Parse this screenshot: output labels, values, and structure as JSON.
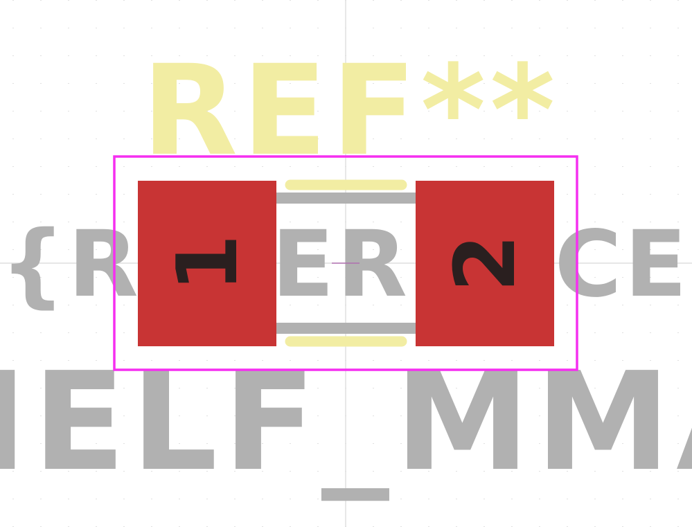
{
  "colors": {
    "background": "#ffffff",
    "grid_dot": "#c9c9c9",
    "crosshair": "#d8d8d8",
    "silkscreen": "#f2eda3",
    "fab": "#b1b1b1",
    "courtyard": "#f52ff0",
    "pad": "#c83434",
    "pad_number": "#2a1f1f",
    "anchor": "#b06fb0"
  },
  "footprint": {
    "reference": "REF**",
    "reference_field": "${REFERENCE}",
    "value": "MELF_MMA"
  },
  "pads": [
    {
      "number": "1"
    },
    {
      "number": "2"
    }
  ]
}
